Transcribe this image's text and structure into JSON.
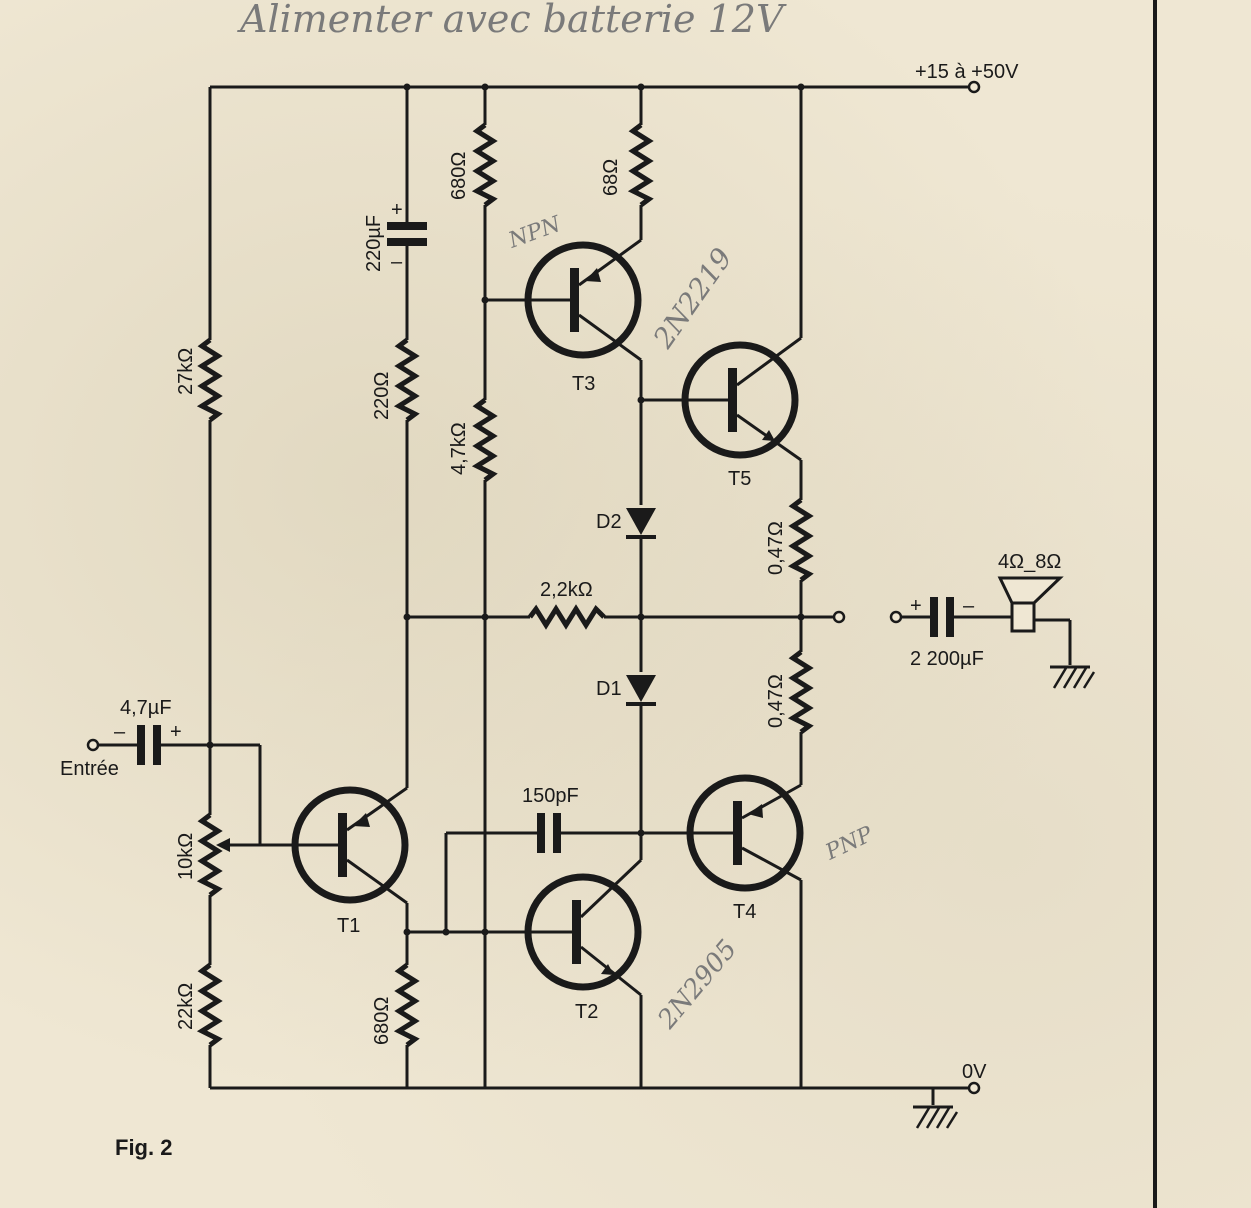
{
  "supply": {
    "label": "+15 à +50V"
  },
  "ground": {
    "label": "0V"
  },
  "figure": {
    "caption": "Fig. 2"
  },
  "input": {
    "label": "Entrée",
    "capacitor": "4,7µF",
    "minus": "–",
    "plus": "+"
  },
  "resistors": {
    "r27k": "27kΩ",
    "r220": "220Ω",
    "r680_top": "680Ω",
    "r68": "68Ω",
    "r47k": "4,7kΩ",
    "r22k_fb": "2,2kΩ",
    "r047_top": "0,47Ω",
    "r047_bot": "0,47Ω",
    "pot10k": "10kΩ",
    "r22k": "22kΩ",
    "r680_bot": "680Ω"
  },
  "capacitors": {
    "c220": "220µF",
    "c220_plus": "+",
    "c220_minus": "–",
    "c150": "150pF",
    "cout": "2 200µF",
    "cout_plus": "+",
    "cout_minus": "–"
  },
  "diodes": {
    "d1": "D1",
    "d2": "D2"
  },
  "transistors": {
    "t1": "T1",
    "t2": "T2",
    "t3": "T3",
    "t4": "T4",
    "t5": "T5"
  },
  "speaker": {
    "label": "4Ω_8Ω"
  },
  "annotations": {
    "top": "Alimenter avec batterie 12V",
    "npn": "NPN",
    "t5": "2N2219",
    "pnp": "PNP",
    "t2": "2N2905"
  }
}
